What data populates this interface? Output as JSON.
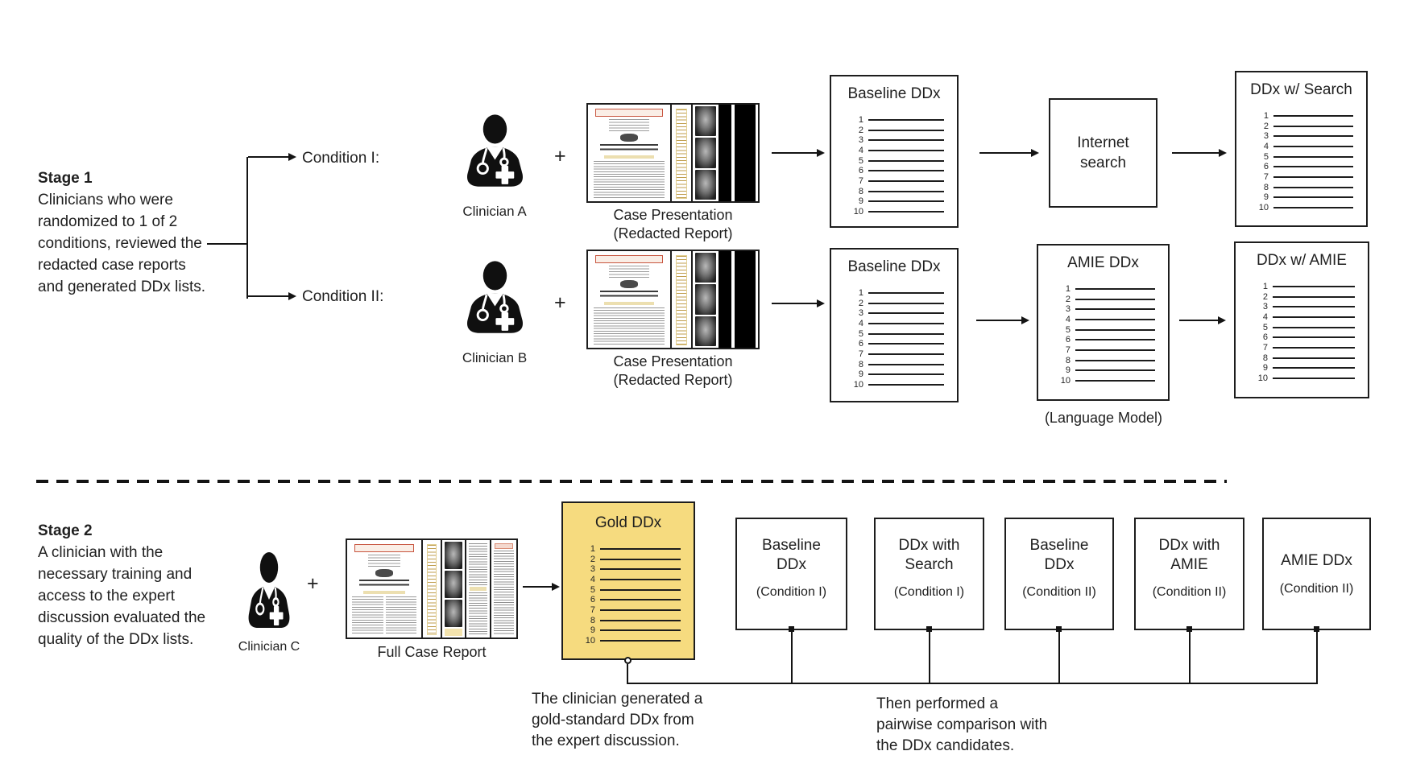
{
  "stage1": {
    "heading": "Stage 1",
    "description": "Clinicians who were randomized to 1 of 2 conditions, reviewed the redacted case reports and generated DDx lists.",
    "condition1_label": "Condition I:",
    "condition2_label": "Condition II:",
    "plus": "+",
    "row1": {
      "clinician": "Clinician A",
      "doc_caption1": "Case Presentation",
      "doc_caption2": "(Redacted Report)",
      "baseline_title": "Baseline DDx",
      "internet_label": "Internet search",
      "result_title": "DDx w/ Search"
    },
    "row2": {
      "clinician": "Clinician B",
      "doc_caption1": "Case Presentation",
      "doc_caption2": "(Redacted Report)",
      "baseline_title": "Baseline DDx",
      "amie_title": "AMIE DDx",
      "amie_caption": "(Language Model)",
      "result_title": "DDx w/ AMIE"
    }
  },
  "stage2": {
    "heading": "Stage 2",
    "description": "A clinician with the necessary training and access to the expert discussion evaluated the quality of the DDx lists.",
    "plus": "+",
    "clinician": "Clinician C",
    "doc_caption": "Full Case Report",
    "gold_title": "Gold DDx",
    "compare_boxes": [
      {
        "title": "Baseline DDx",
        "subtitle": "(Condition I)"
      },
      {
        "title": "DDx with Search",
        "subtitle": "(Condition I)"
      },
      {
        "title": "Baseline DDx",
        "subtitle": "(Condition II)"
      },
      {
        "title": "DDx with AMIE",
        "subtitle": "(Condition II)"
      },
      {
        "title": "AMIE DDx",
        "subtitle": "(Condition II)"
      }
    ],
    "note_gold": "The clinician generated a gold-standard DDx from the expert discussion.",
    "note_pairwise": "Then performed a pairwise comparison with the DDx candidates."
  },
  "ddx_list": {
    "numbers": [
      "1",
      "2",
      "3",
      "4",
      "5",
      "6",
      "7",
      "8",
      "9",
      "10"
    ]
  },
  "colors": {
    "gold_fill": "#F6DB7F",
    "line": "#141414"
  }
}
